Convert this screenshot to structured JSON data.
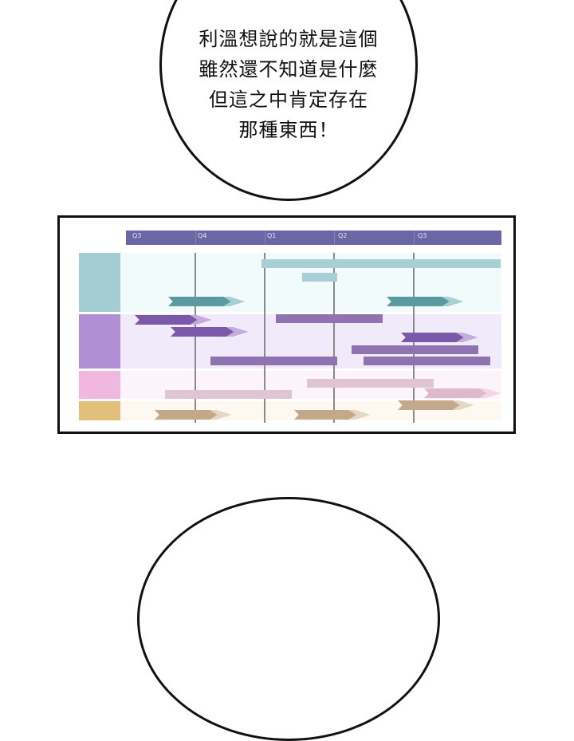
{
  "speech_bubble": {
    "lines": [
      "利溫想說的就是這個",
      "雖然還不知道是什麼",
      "但這之中肯定存在",
      "那種東西！"
    ]
  },
  "roadmap": {
    "quarters": [
      "Q3",
      "Q4",
      "Q1",
      "Q2",
      "Q3"
    ],
    "colors": {
      "header": "#6b66a6",
      "teal": "#a3cdd3",
      "purple": "#b08fd6",
      "pink": "#f0b8e0",
      "tan": "#e3c07a"
    }
  }
}
